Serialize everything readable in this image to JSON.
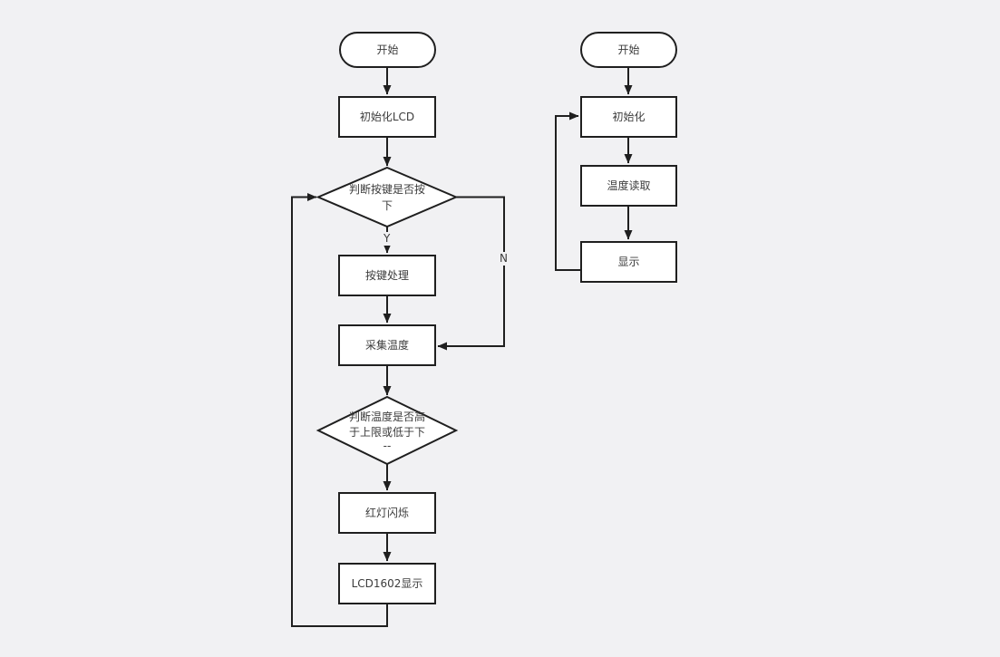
{
  "canvas": {
    "background": "#f1f1f3",
    "stroke_color": "#1f1f1f",
    "node_fill": "#ffffff",
    "text_color": "#3c3c3c"
  },
  "left_flow": {
    "start_label": "开始",
    "init_lcd_label": "初始化LCD",
    "key_decision": {
      "line1": "判断按键是否按",
      "line2": "下"
    },
    "yes_label": "Y",
    "no_label": "N",
    "key_process_label": "按键处理",
    "collect_temp_label": "采集温度",
    "temp_decision": {
      "line1": "判断温度是否高",
      "line2": "于上限或低于下",
      "line3": "--"
    },
    "red_light_label": "红灯闪烁",
    "lcd_display_label": "LCD1602显示"
  },
  "right_flow": {
    "start_label": "开始",
    "init_label": "初始化",
    "temp_read_label": "温度读取",
    "display_label": "显示"
  }
}
